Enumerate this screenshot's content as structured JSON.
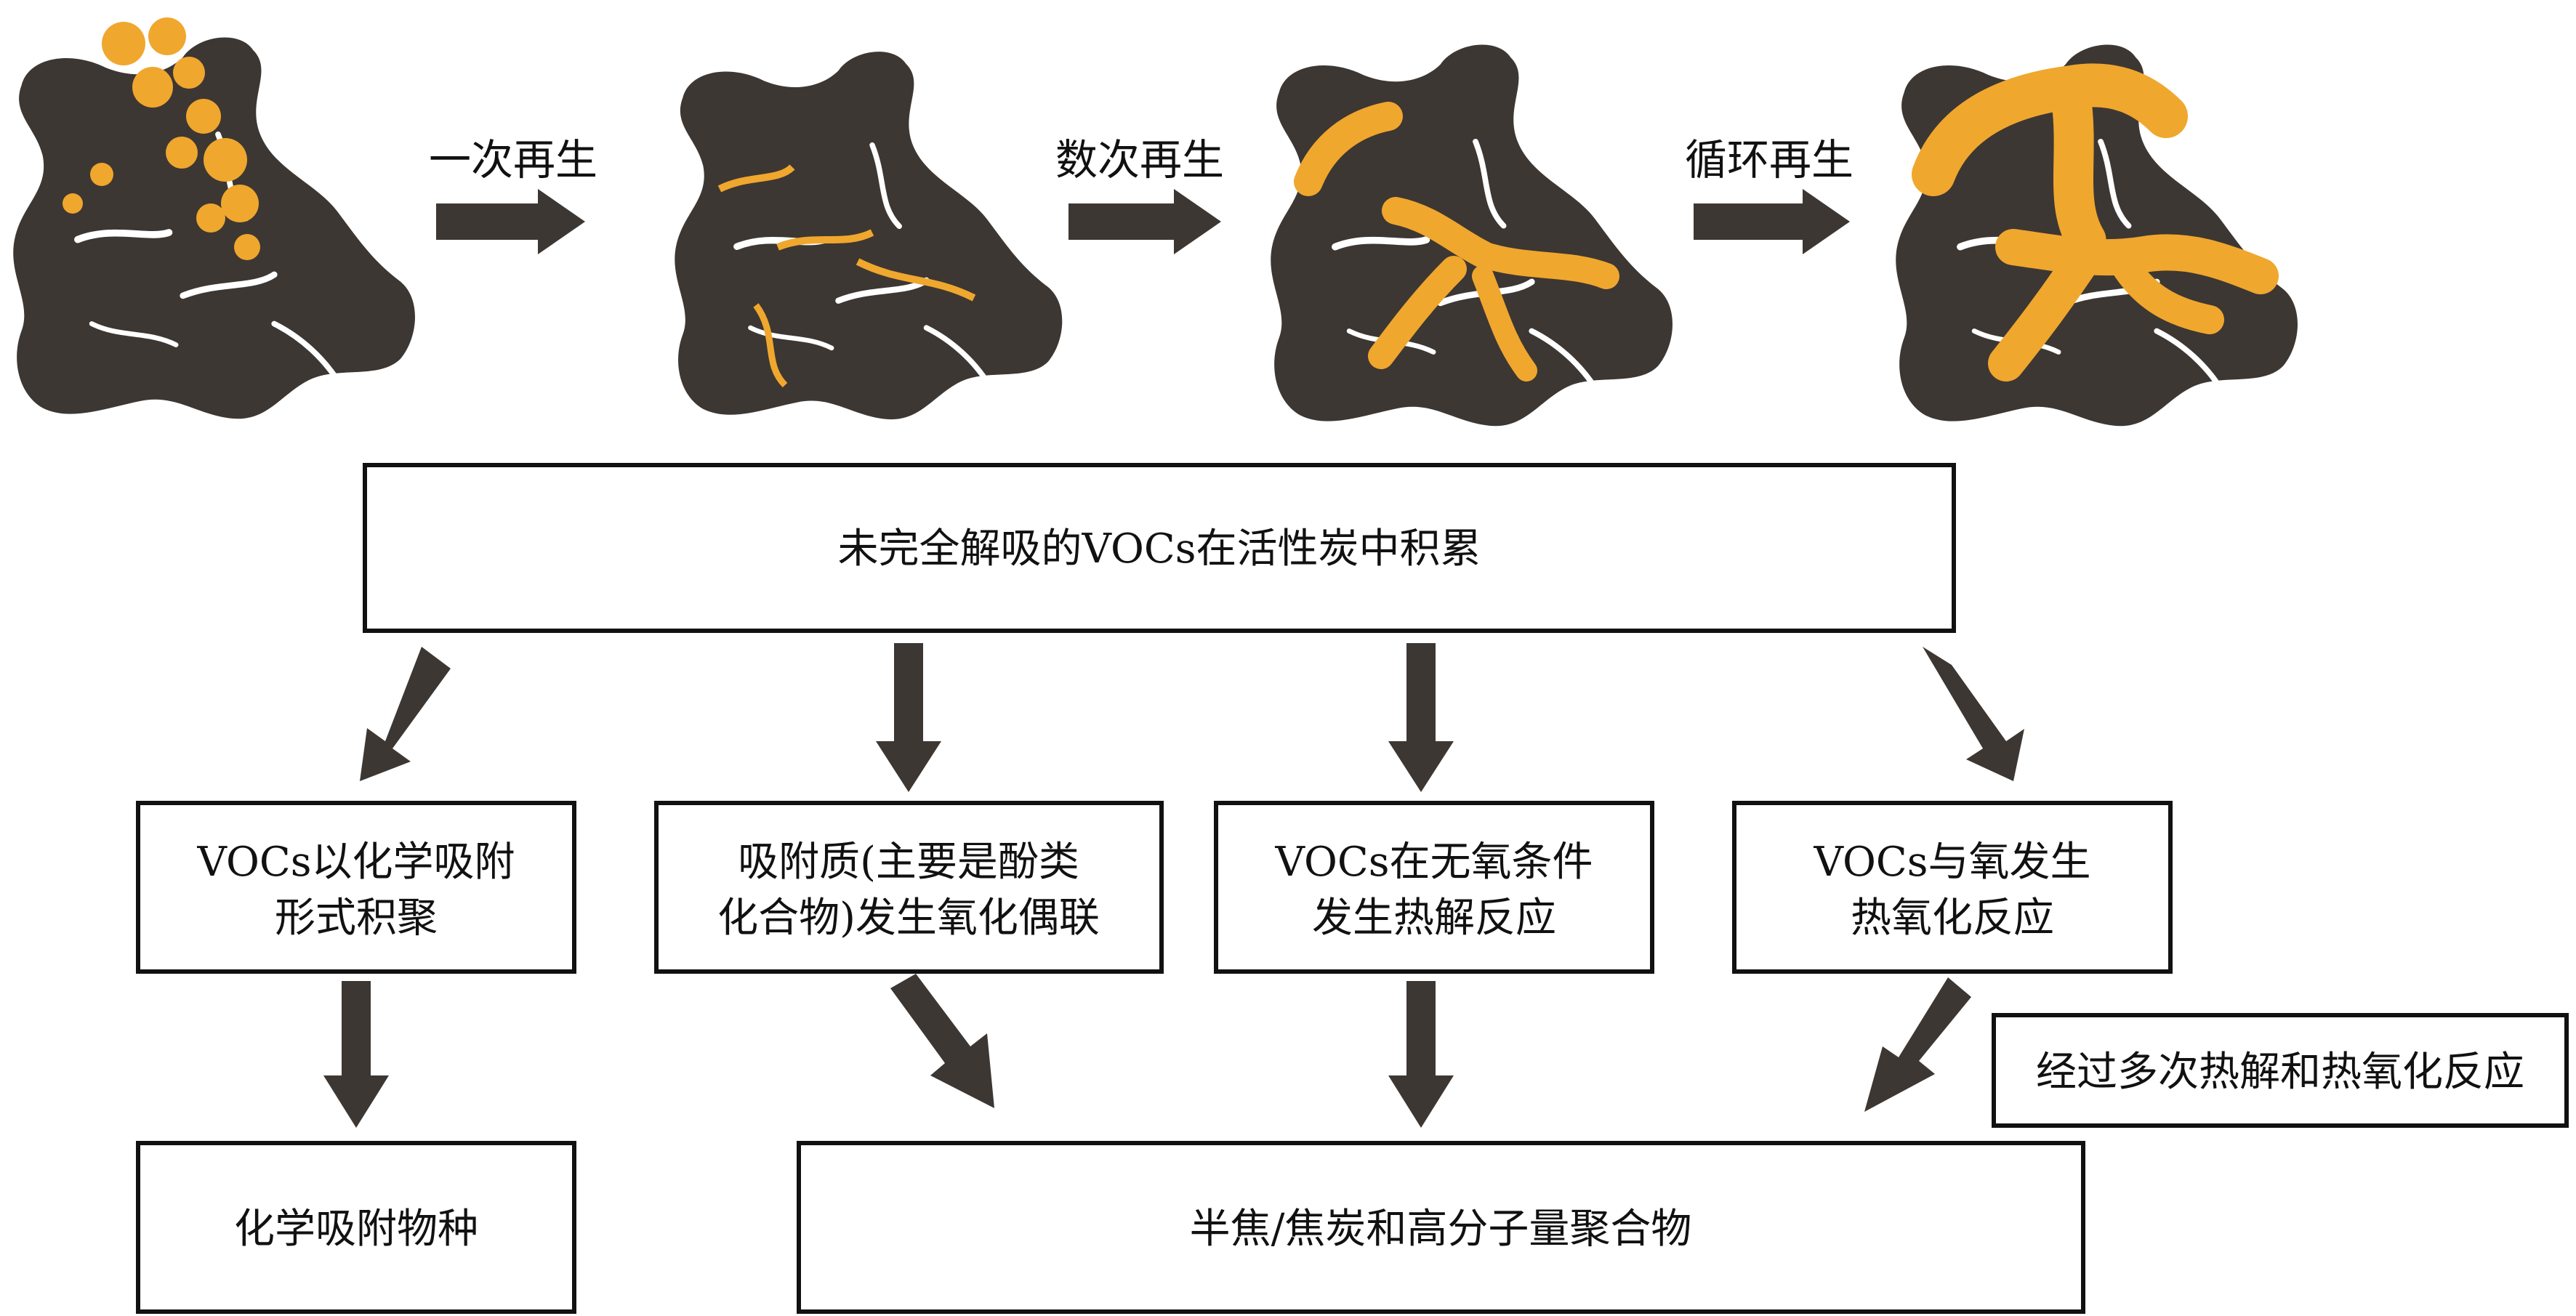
{
  "colors": {
    "carbon": "#3d3733",
    "voc": "#f0a72e",
    "arrow": "#3d3733",
    "box_border": "#111111",
    "text": "#111111"
  },
  "stages": {
    "step1_label": "一次再生",
    "step2_label": "数次再生",
    "step3_label": "循环再生"
  },
  "top_box": {
    "text": "未完全解吸的VOCs在活性炭中积累"
  },
  "mid_boxes": [
    {
      "line1": "VOCs以化学吸附",
      "line2": "形式积聚"
    },
    {
      "line1": "吸附质(主要是酚类",
      "line2": "化合物)发生氧化偶联"
    },
    {
      "line1": "VOCs在无氧条件",
      "line2": "发生热解反应"
    },
    {
      "line1": "VOCs与氧发生",
      "line2": "热氧化反应"
    }
  ],
  "note_box": {
    "text": "经过多次热解和热氧化反应"
  },
  "bottom_left_box": {
    "text": "化学吸附物种"
  },
  "bottom_main_box": {
    "text": "半焦/焦炭和高分子量聚合物"
  }
}
